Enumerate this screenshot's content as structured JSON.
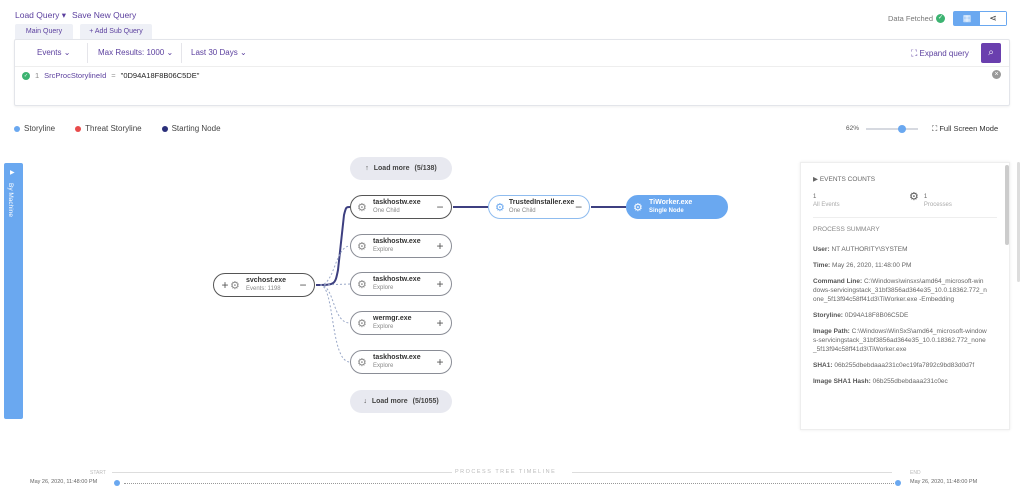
{
  "header": {
    "load_query": "Load Query",
    "save_query": "Save New Query",
    "data_status": "Data Fetched"
  },
  "tabs": [
    {
      "label": "Main Query"
    },
    {
      "label": "+ Add Sub Query"
    }
  ],
  "toolbar": {
    "events": "Events",
    "max_results": "Max Results: 1000",
    "range": "Last 30 Days",
    "expand": "Expand query"
  },
  "query": {
    "line_no": "1",
    "field": "SrcProcStorylineId",
    "op": "=",
    "value": "\"0D94A18F8B06C5DE\""
  },
  "legend": [
    {
      "label": "Storyline",
      "color": "#6aa8f0"
    },
    {
      "label": "Threat Storyline",
      "color": "#e84b4b"
    },
    {
      "label": "Starting Node",
      "color": "#2b2f7a"
    }
  ],
  "zoom": {
    "label": "62%",
    "value": 62
  },
  "fullscreen": "Full Screen Mode",
  "sidebar": {
    "label": "By Machine"
  },
  "graph": {
    "load_more_top": {
      "label": "Load more",
      "count": "(5/138)"
    },
    "load_more_bottom": {
      "label": "Load more",
      "count": "(5/1055)"
    },
    "root": {
      "name": "svchost.exe",
      "sub": "Events: 1198"
    },
    "children": [
      {
        "name": "taskhostw.exe",
        "sub": "One Child"
      },
      {
        "name": "taskhostw.exe",
        "sub": "Explore"
      },
      {
        "name": "taskhostw.exe",
        "sub": "Explore"
      },
      {
        "name": "wermgr.exe",
        "sub": "Explore"
      },
      {
        "name": "taskhostw.exe",
        "sub": "Explore"
      }
    ],
    "trusted": {
      "name": "TrustedInstaller.exe",
      "sub": "One Child"
    },
    "worker": {
      "name": "TiWorker.exe",
      "sub": "Single Node"
    }
  },
  "panel": {
    "events_title": "EVENTS COUNTS",
    "all_events": {
      "value": "1",
      "label": "All Events"
    },
    "processes": {
      "value": "1",
      "label": "Processes"
    },
    "summary_title": "PROCESS SUMMARY",
    "fields": [
      {
        "k": "User:",
        "v": "NT AUTHORITY\\SYSTEM"
      },
      {
        "k": "Time:",
        "v": "May 26, 2020, 11:48:00 PM"
      },
      {
        "k": "Command Line:",
        "v": "C:\\Windows\\winsxs\\amd64_microsoft-windows-servicingstack_31bf3856ad364e35_10.0.18362.772_none_5f13f94c58ff41d3\\TiWorker.exe -Embedding"
      },
      {
        "k": "Storyline:",
        "v": "0D94A18F8B06C5DE"
      },
      {
        "k": "Image Path:",
        "v": "C:\\Windows\\WinSxS\\amd64_microsoft-windows-servicingstack_31bf3856ad364e35_10.0.18362.772_none_5f13f94c58ff41d3\\TiWorker.exe"
      },
      {
        "k": "SHA1:",
        "v": "06b255dbebdaaa231c0ec19fa7892c9bd83d0d7f"
      },
      {
        "k": "Image SHA1 Hash:",
        "v": "06b255dbebdaaa231c0ec"
      }
    ]
  },
  "timeline": {
    "title": "PROCESS TREE TIMELINE",
    "start_label": "START",
    "end_label": "END",
    "start": "May 26, 2020, 11:48:00 PM",
    "end": "May 26, 2020, 11:48:00 PM"
  }
}
